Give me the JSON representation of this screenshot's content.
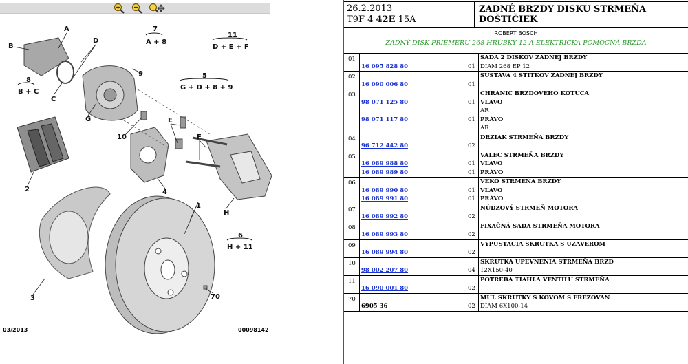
{
  "toolbar": {
    "zoom_in_icon": "zoom-in-icon",
    "zoom_out_icon": "zoom-out-icon",
    "pan_zoom_icon": "zoom-move-icon"
  },
  "diagram": {
    "labels": {
      "A": "A",
      "B": "B",
      "C": "C",
      "D": "D",
      "E": "E",
      "F": "F",
      "G": "G",
      "H": "H",
      "n1": "1",
      "n2": "2",
      "n3": "3",
      "n4": "4",
      "n9": "9",
      "n10": "10",
      "n70": "70"
    },
    "groups": {
      "g7_num": "7",
      "g7_txt": "A + 8",
      "g11_num": "11",
      "g11_txt": "D + E + F",
      "g8_num": "8",
      "g8_txt": "B + C",
      "g5_num": "5",
      "g5_txt": "G + D + 8 + 9",
      "g6_num": "6",
      "g6_txt": "H + 11"
    },
    "footer_date": "03/2013",
    "footer_code": "00098142"
  },
  "header": {
    "date": "26.2.2013",
    "code_prefix": "T9F 4 ",
    "code_bold": "42E",
    "code_suffix": " 15A",
    "title": "ZADNÉ BRZDY DISKU STRMEŇA DOŠTIČIEK"
  },
  "manufacturer": "ROBERT BOSCH",
  "note": "ZADNÝ DISK PRIEMERU 268 HRÚBKY 12 A ELEKTRICKÁ POMOCNÁ BRZDA",
  "parts": [
    {
      "no": "01",
      "lines": [
        {
          "pn": "",
          "qty": "",
          "desc": "SADA 2 DISKOV ZADNEJ BRZDY",
          "bold": true
        },
        {
          "pn": "16 095 828 80",
          "qty": "01",
          "desc": "DIAM 268 EP 12",
          "bold": false
        }
      ]
    },
    {
      "no": "02",
      "lines": [
        {
          "pn": "",
          "qty": "",
          "desc": "SUSTAVA 4 STITKOV ZADNEJ BRZDY",
          "bold": true
        },
        {
          "pn": "16 090 006 80",
          "qty": "01",
          "desc": "",
          "bold": false
        }
      ]
    },
    {
      "no": "03",
      "lines": [
        {
          "pn": "",
          "qty": "",
          "desc": "CHRANIC BRZDOVEHO KOTUCA",
          "bold": true
        },
        {
          "pn": "98 071 125 80",
          "qty": "01",
          "desc": "VĽAVO",
          "bold": true
        },
        {
          "pn": "",
          "qty": "",
          "desc": "AR",
          "bold": false
        },
        {
          "pn": "98 071 117 80",
          "qty": "01",
          "desc": "PRÁVO",
          "bold": true
        },
        {
          "pn": "",
          "qty": "",
          "desc": "AR",
          "bold": false
        }
      ]
    },
    {
      "no": "04",
      "lines": [
        {
          "pn": "",
          "qty": "",
          "desc": "DRZIAK STRMEŇA BRZDY",
          "bold": true
        },
        {
          "pn": "96 712 442 80",
          "qty": "02",
          "desc": "",
          "bold": false
        }
      ]
    },
    {
      "no": "05",
      "lines": [
        {
          "pn": "",
          "qty": "",
          "desc": "VALEC STRMEŇA BRZDY",
          "bold": true
        },
        {
          "pn": "16 089 988 80",
          "qty": "01",
          "desc": "VĽAVO",
          "bold": true
        },
        {
          "pn": "16 089 989 80",
          "qty": "01",
          "desc": "PRÁVO",
          "bold": true
        }
      ]
    },
    {
      "no": "06",
      "lines": [
        {
          "pn": "",
          "qty": "",
          "desc": "VEKO STRMEŇA BRZDY",
          "bold": true
        },
        {
          "pn": "16 089 990 80",
          "qty": "01",
          "desc": "VĽAVO",
          "bold": true
        },
        {
          "pn": "16 089 991 80",
          "qty": "01",
          "desc": "PRÁVO",
          "bold": true
        }
      ]
    },
    {
      "no": "07",
      "lines": [
        {
          "pn": "",
          "qty": "",
          "desc": "NÚDZOVÝ STRMEŇ MOTORA",
          "bold": true
        },
        {
          "pn": "16 089 992 80",
          "qty": "02",
          "desc": "",
          "bold": false
        }
      ]
    },
    {
      "no": "08",
      "lines": [
        {
          "pn": "",
          "qty": "",
          "desc": "FIXAČNÁ SADA STRMEŇA MOTORA",
          "bold": true
        },
        {
          "pn": "16 089 993 80",
          "qty": "02",
          "desc": "",
          "bold": false
        }
      ]
    },
    {
      "no": "09",
      "lines": [
        {
          "pn": "",
          "qty": "",
          "desc": "VYPUSTACIA SKRUTKA S UZAVEROM",
          "bold": true
        },
        {
          "pn": "16 089 994 80",
          "qty": "02",
          "desc": "",
          "bold": false
        }
      ]
    },
    {
      "no": "10",
      "lines": [
        {
          "pn": "",
          "qty": "",
          "desc": "SKRUTKA UPEVNENIA STRMEŇA BRZD",
          "bold": true
        },
        {
          "pn": "98 002 207 80",
          "qty": "04",
          "desc": "12X150-40",
          "bold": false
        }
      ]
    },
    {
      "no": "11",
      "lines": [
        {
          "pn": "",
          "qty": "",
          "desc": "POTREBA TIAHLA VENTILU STRMEŇA",
          "bold": true
        },
        {
          "pn": "16 090 001 80",
          "qty": "02",
          "desc": "",
          "bold": false
        }
      ]
    },
    {
      "no": "70",
      "lines": [
        {
          "pn": "",
          "qty": "",
          "desc": "MUL SKRUTKY S KOVOM S FREZOVAN",
          "bold": true
        },
        {
          "pn": "6905 36",
          "qty": "02",
          "desc": "DIAM 6X100-14",
          "bold": false,
          "plain": true
        }
      ]
    }
  ]
}
